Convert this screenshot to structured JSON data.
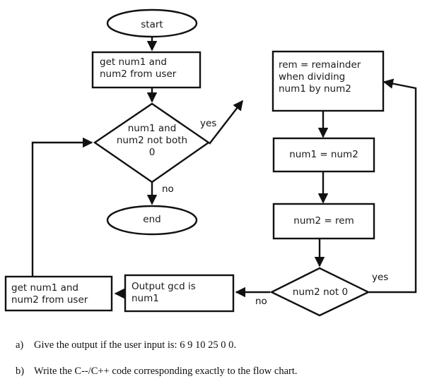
{
  "diagram": {
    "title": "GCD flow chart",
    "stroke_color": "#111111",
    "fill_color": "#ffffff",
    "nodes": {
      "start": {
        "label": "start",
        "shape": "ellipse"
      },
      "input_top": {
        "label": "get num1 and\nnum2 from user",
        "shape": "process"
      },
      "decision_not_both_zero": {
        "label": "num1 and\nnum2 not both\n0",
        "shape": "decision"
      },
      "end": {
        "label": "end",
        "shape": "ellipse"
      },
      "rem": {
        "label": "rem = remainder\nwhen dividing\nnum1 by num2",
        "shape": "process"
      },
      "num1_assign": {
        "label": "num1 = num2",
        "shape": "process"
      },
      "num2_assign": {
        "label": "num2 = rem",
        "shape": "process"
      },
      "decision_num2_not_zero": {
        "label": "num2 not 0",
        "shape": "decision"
      },
      "output": {
        "label": "Output gcd is\nnum1",
        "shape": "process"
      },
      "input_bottom": {
        "label": "get num1 and\nnum2 from user",
        "shape": "process"
      }
    },
    "edge_labels": {
      "yes_top": "yes",
      "no_top": "no",
      "yes_bottom": "yes",
      "no_bottom": "no"
    }
  },
  "questions": [
    {
      "marker": "a)",
      "text": "Give the output if the user input is: 6 9 10 25 0 0."
    },
    {
      "marker": "b)",
      "text": "Write the C--/C++ code corresponding exactly to the flow chart."
    }
  ]
}
